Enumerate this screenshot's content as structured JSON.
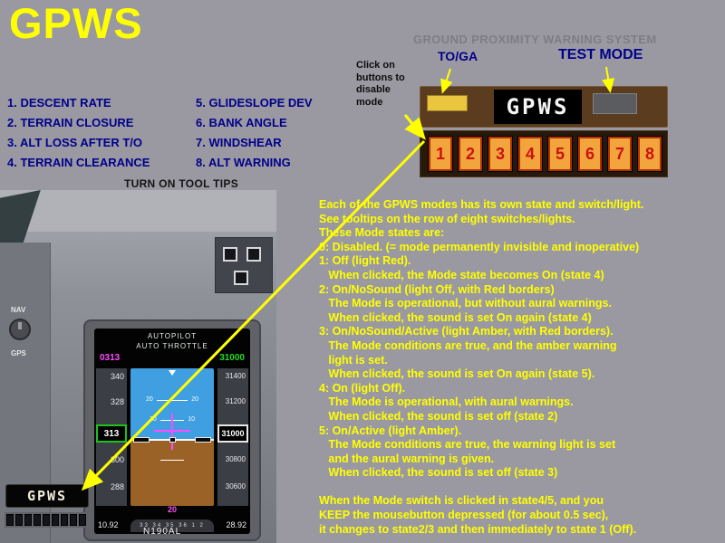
{
  "title": "GPWS",
  "colors": {
    "accent_yellow": "#ffff00",
    "label_navy": "#00008a",
    "heading_gray": "#7d7d86",
    "switch_amber": "#f2a53c",
    "switch_number_red": "#cc1111",
    "panel_brown": "#5b3c1f"
  },
  "mode_list": {
    "col1": [
      "1. DESCENT RATE",
      "2. TERRAIN CLOSURE",
      "3. ALT LOSS AFTER T/O",
      "4. TERRAIN CLEARANCE"
    ],
    "col2": [
      "5. GLIDESLOPE DEV",
      "6. BANK ANGLE",
      "7. WINDSHEAR",
      "8. ALT WARNING"
    ]
  },
  "tooltips_note": "TURN ON TOOL TIPS",
  "device": {
    "heading": "GROUND PROXIMITY WARNING SYSTEM",
    "toga_label": "TO/GA",
    "test_label": "TEST MODE",
    "click_note": "Click on\nbuttons to\ndisable\nmode",
    "display": "GPWS",
    "switch_numbers": [
      "1",
      "2",
      "3",
      "4",
      "5",
      "6",
      "7",
      "8"
    ]
  },
  "explanation": "Each of the GPWS modes has its own state and switch/light.\nSee tooltips on the row of eight switches/lights.\nThese Mode states are:\n0: Disabled. (= mode permanently invisible and inoperative)\n1: Off (light Red).\n   When clicked, the Mode state becomes On (state 4)\n2: On/NoSound (light Off, with Red borders)\n   The Mode is operational, but without aural warnings.\n   When clicked, the sound is set On again (state 4)\n3: On/NoSound/Active (light Amber, with Red borders).\n   The Mode conditions are true, and the amber warning\n   light is set.\n   When clicked, the sound is set On again (state 5).\n4: On (light Off).\n   The Mode is operational, with aural warnings.\n   When clicked, the sound is set off (state 2)\n5: On/Active (light Amber).\n   The Mode conditions are true, the warning light is set\n   and the aural warning is given.\n   When clicked, the sound is set off (state 3)\n\nWhen the Mode switch is clicked in state4/5, and you\nKEEP the mousebutton depressed (for about 0.5 sec),\nit changes to state2/3 and then immediately to state 1 (Off).",
  "cockpit": {
    "nav_label": "NAV",
    "gps_label": "GPS",
    "ap_line1": "AUTOPILOT",
    "ap_line2": "AUTO THROTTLE",
    "spd_target": "0313",
    "alt_target": "31000",
    "speeds": [
      "340",
      "328",
      "300",
      "288"
    ],
    "speed_current": "313",
    "alts": [
      "31400",
      "31200",
      "30800",
      "30600"
    ],
    "alt_current": "31000",
    "pitch_label_10": "10",
    "pitch_label_20": "20",
    "heading_bug": "20",
    "heading_scale": "33 34 35 36 1 2",
    "baro_left": "10.92",
    "baro_right": "28.92",
    "gpws_display": "GPWS",
    "tail": "N190AL"
  }
}
